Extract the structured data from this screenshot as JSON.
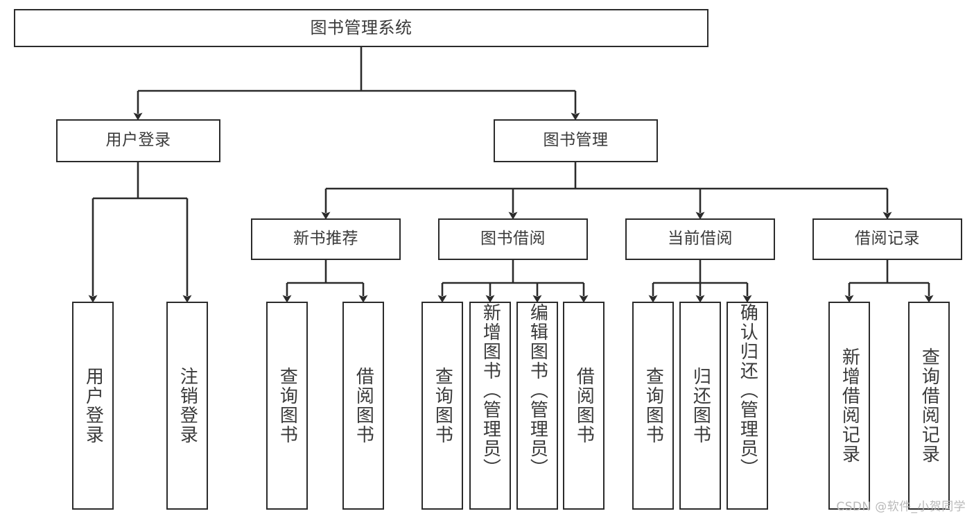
{
  "diagram": {
    "type": "hierarchy-tree",
    "title": "图书管理系统",
    "watermark": "CSDN @软件_小贺同学",
    "colors": {
      "box_border": "#2b2b2b",
      "box_fill": "#ffffff",
      "connector": "#2b2b2b",
      "text": "#3a3a3a",
      "watermark": "#b9b9b9",
      "background": "#ffffff"
    },
    "nodes": {
      "root": {
        "label": "图书管理系统"
      },
      "level1": [
        {
          "label": "用户登录"
        },
        {
          "label": "图书管理"
        }
      ],
      "level2": [
        {
          "label": "新书推荐"
        },
        {
          "label": "图书借阅"
        },
        {
          "label": "当前借阅"
        },
        {
          "label": "借阅记录"
        }
      ],
      "leaves_user_login": [
        {
          "label": "用户登录"
        },
        {
          "label": "注销登录"
        }
      ],
      "leaves_new_book": [
        {
          "label": "查询图书"
        },
        {
          "label": "借阅图书"
        }
      ],
      "leaves_borrow": [
        {
          "label": "查询图书"
        },
        {
          "label": "新增图书（管理员）"
        },
        {
          "label": "编辑图书（管理员）"
        },
        {
          "label": "借阅图书"
        }
      ],
      "leaves_current": [
        {
          "label": "查询图书"
        },
        {
          "label": "归还图书"
        },
        {
          "label": "确认归还（管理员）"
        }
      ],
      "leaves_records": [
        {
          "label": "新增借阅记录"
        },
        {
          "label": "查询借阅记录"
        }
      ]
    }
  }
}
